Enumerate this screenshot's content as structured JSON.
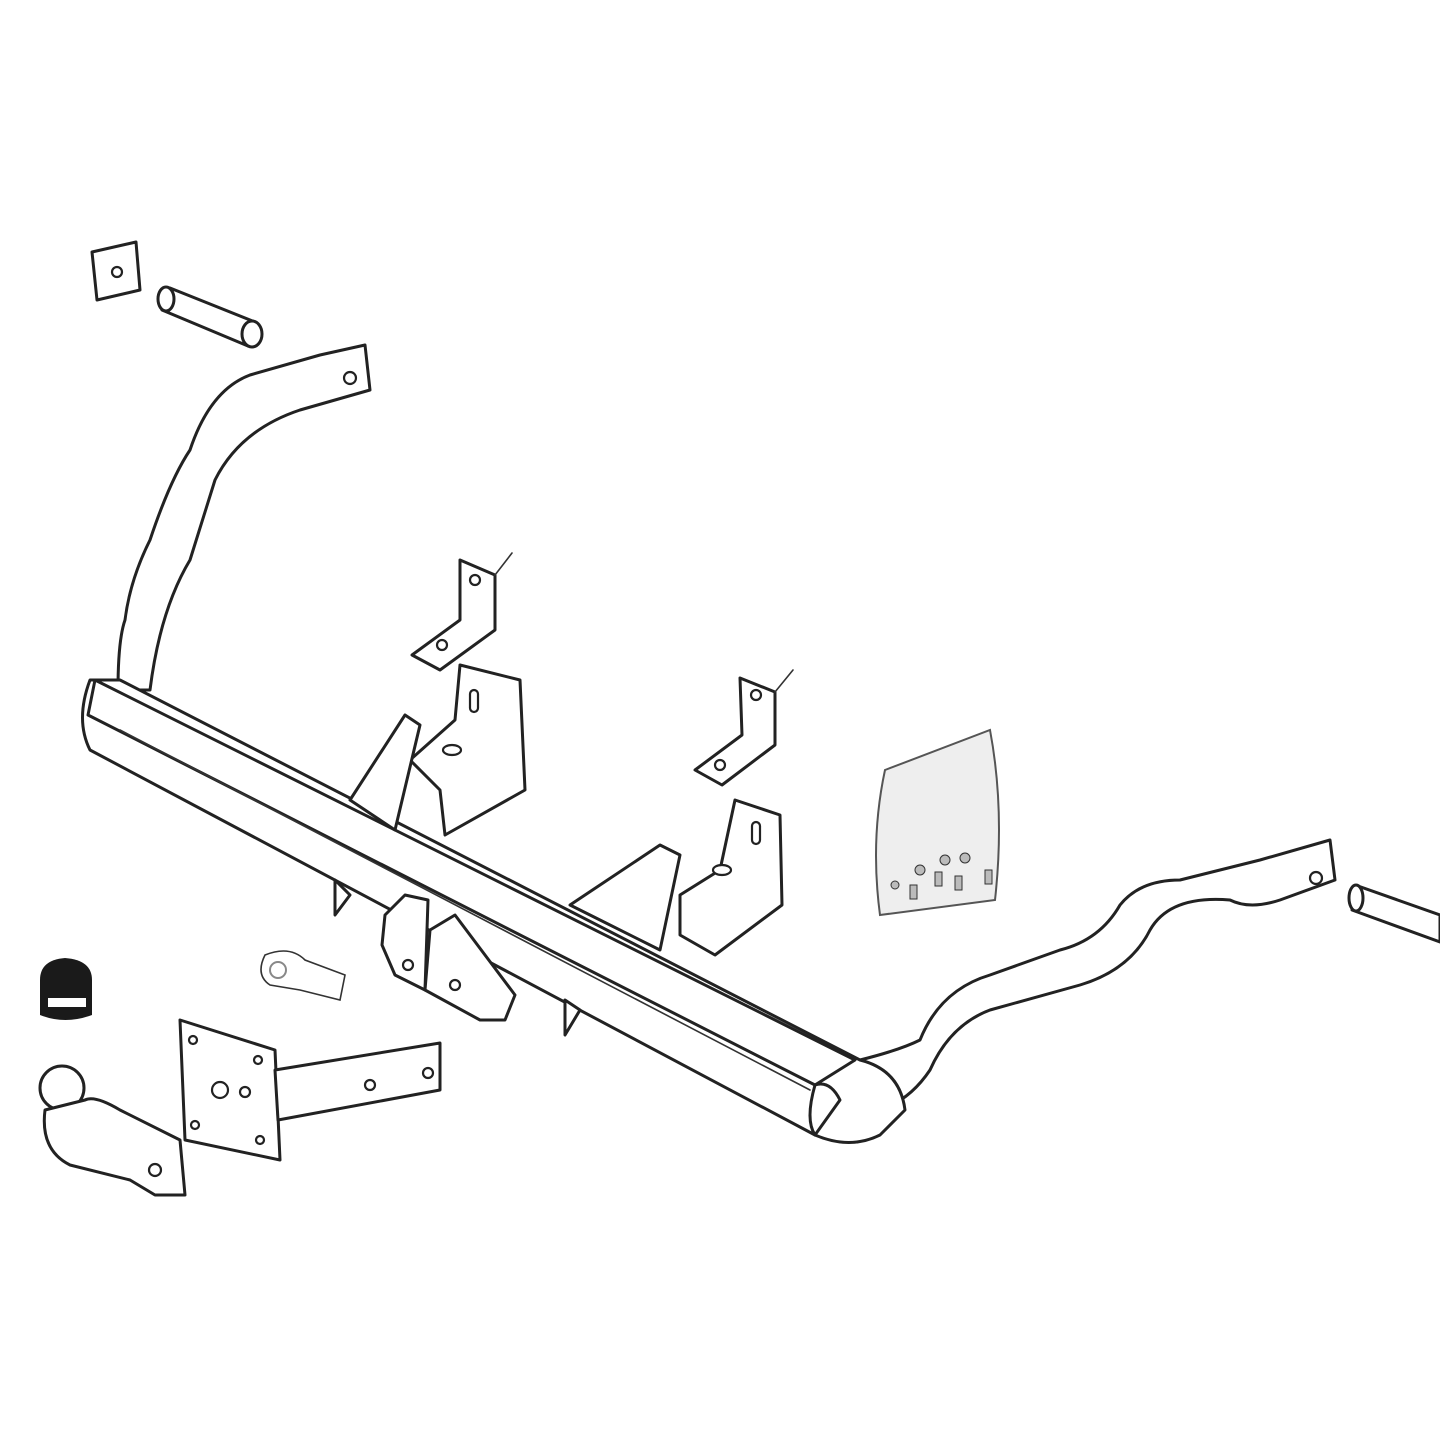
{
  "diagram": {
    "colors": {
      "line": "#222222",
      "background": "#ffffff",
      "cap": "#1a1a1a",
      "bag": "#e6e6e6"
    },
    "parts": [
      "tow-bar-crossmember",
      "left-side-arm",
      "right-side-arm",
      "brackets",
      "tow-ball",
      "ball-mount-plate",
      "electrical-clip",
      "socket-cap",
      "fixing-kit-bag",
      "spacer-tubes",
      "square-washer"
    ]
  }
}
